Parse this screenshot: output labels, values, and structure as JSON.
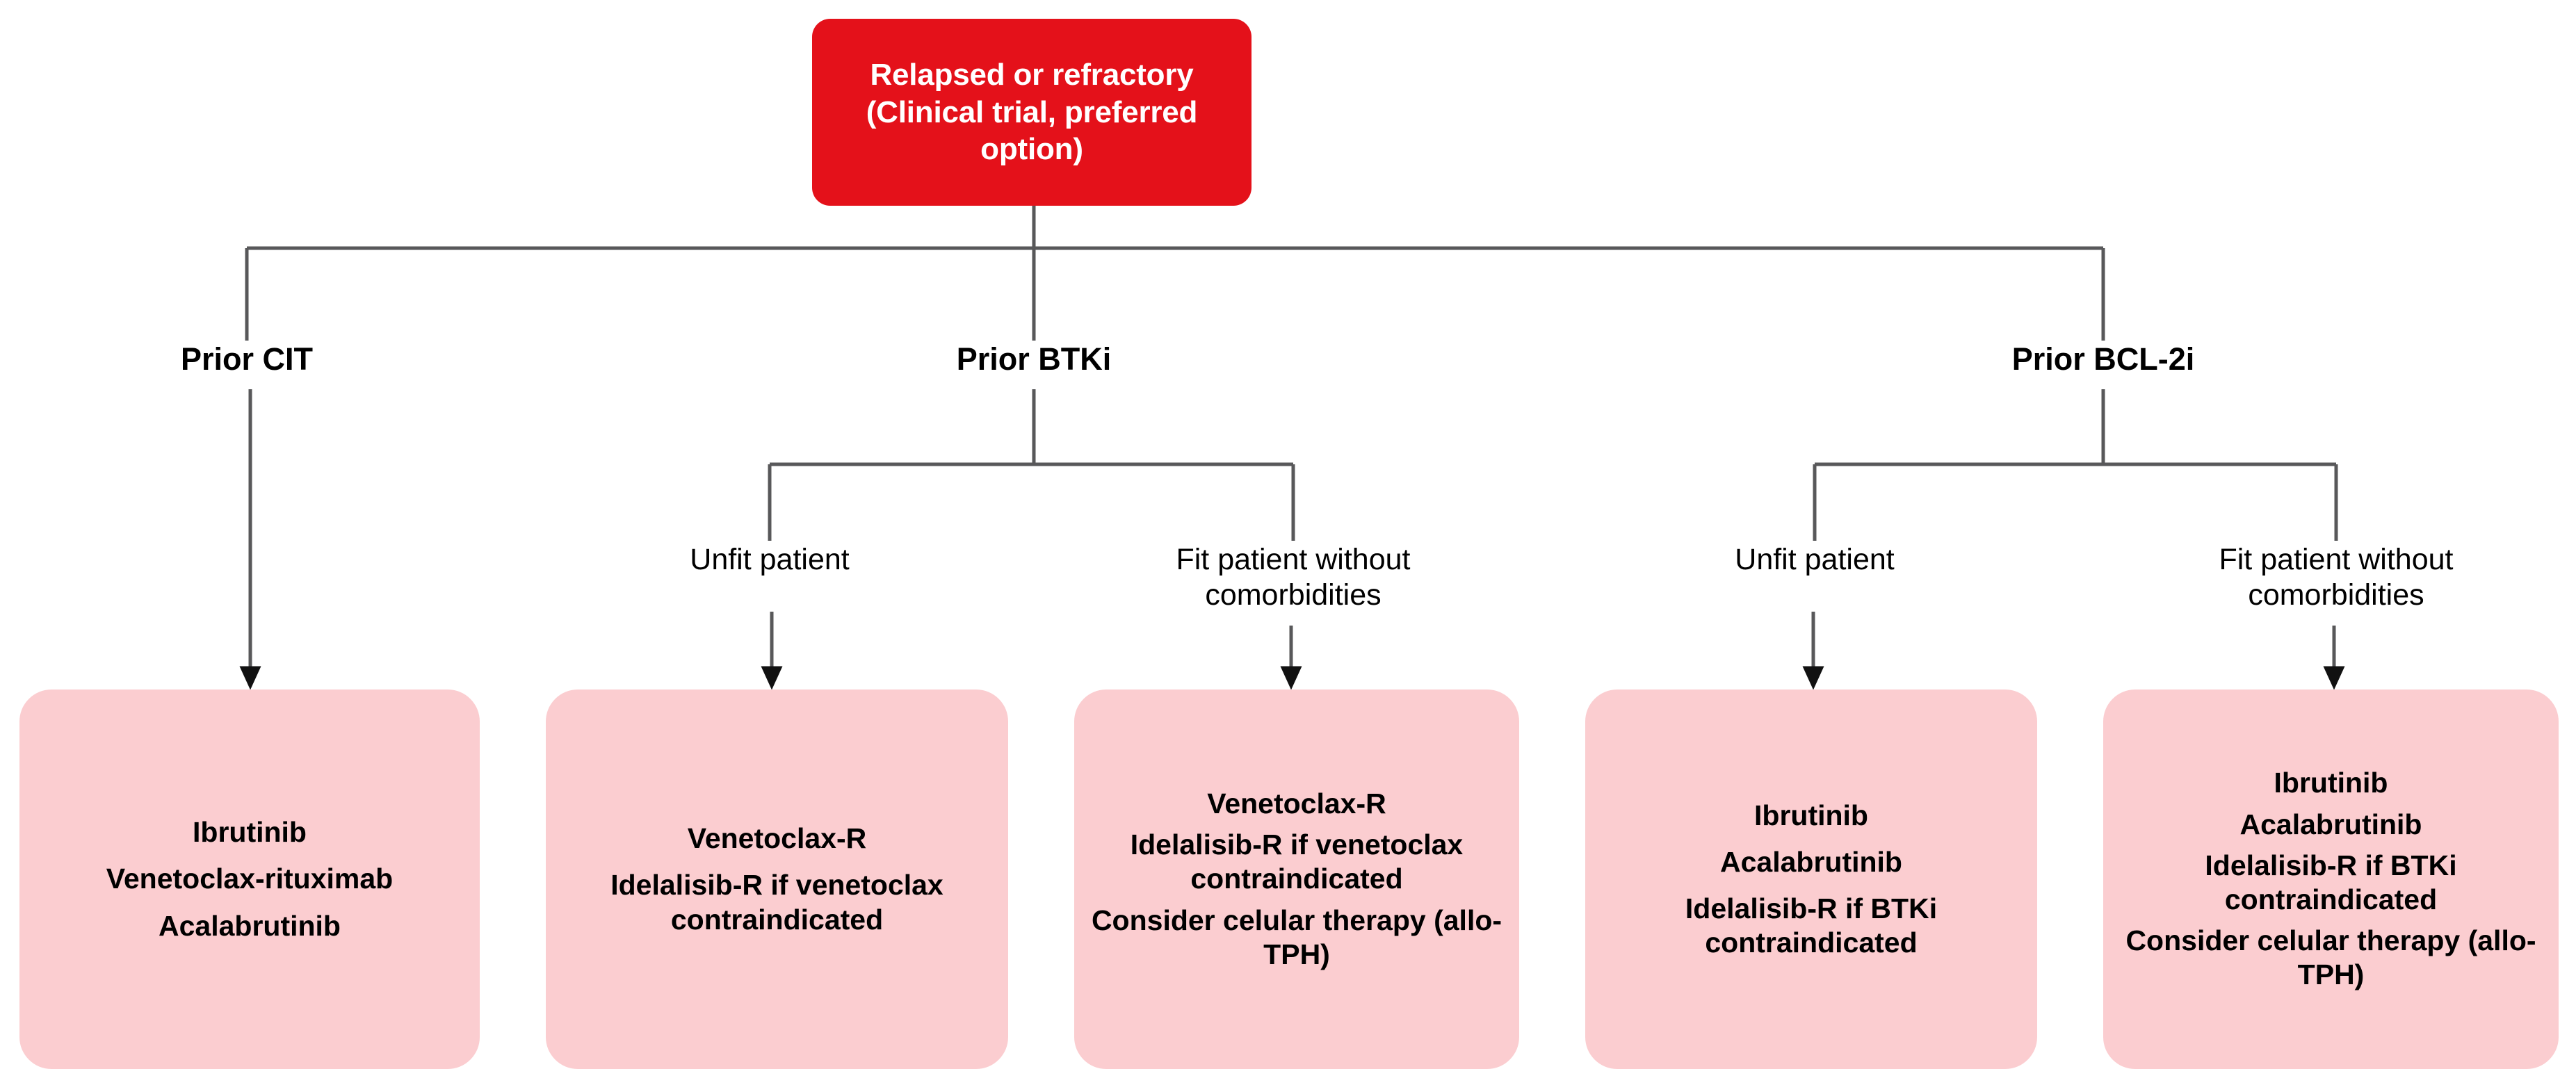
{
  "colors": {
    "root_bg": "#e4111a",
    "root_text": "#ffffff",
    "leaf_bg": "#fbcdd0",
    "leaf_text": "#000000",
    "connector": "#58585a"
  },
  "root": {
    "line1": "Relapsed or refractory",
    "line2": "(Clinical trial, preferred",
    "line3": "option)"
  },
  "branches": [
    {
      "label": "Prior CIT"
    },
    {
      "label": "Prior BTKi"
    },
    {
      "label": "Prior BCL-2i"
    }
  ],
  "sub_labels": {
    "btki_left": "Unfit patient",
    "btki_right_l1": "Fit patient without",
    "btki_right_l2": "comorbidities",
    "bcl_left": "Unfit patient",
    "bcl_right_l1": "Fit patient without",
    "bcl_right_l2": "comorbidities"
  },
  "leaves": [
    {
      "id": "prior-cit-options",
      "lines": [
        "Ibrutinib",
        "Venetoclax-rituximab",
        "Acalabrutinib"
      ]
    },
    {
      "id": "btki-unfit-options",
      "lines": [
        "Venetoclax-R",
        "Idelalisib-R if venetoclax contraindicated"
      ]
    },
    {
      "id": "btki-fit-options",
      "lines": [
        "Venetoclax-R",
        "Idelalisib-R if venetoclax contraindicated",
        "Consider celular therapy (allo-TPH)"
      ]
    },
    {
      "id": "bcl-unfit-options",
      "lines": [
        "Ibrutinib",
        "Acalabrutinib",
        "Idelalisib-R if BTKi contraindicated"
      ]
    },
    {
      "id": "bcl-fit-options",
      "lines": [
        "Ibrutinib",
        "Acalabrutinib",
        "Idelalisib-R if BTKi contraindicated",
        "Consider celular therapy (allo-TPH)"
      ]
    }
  ]
}
